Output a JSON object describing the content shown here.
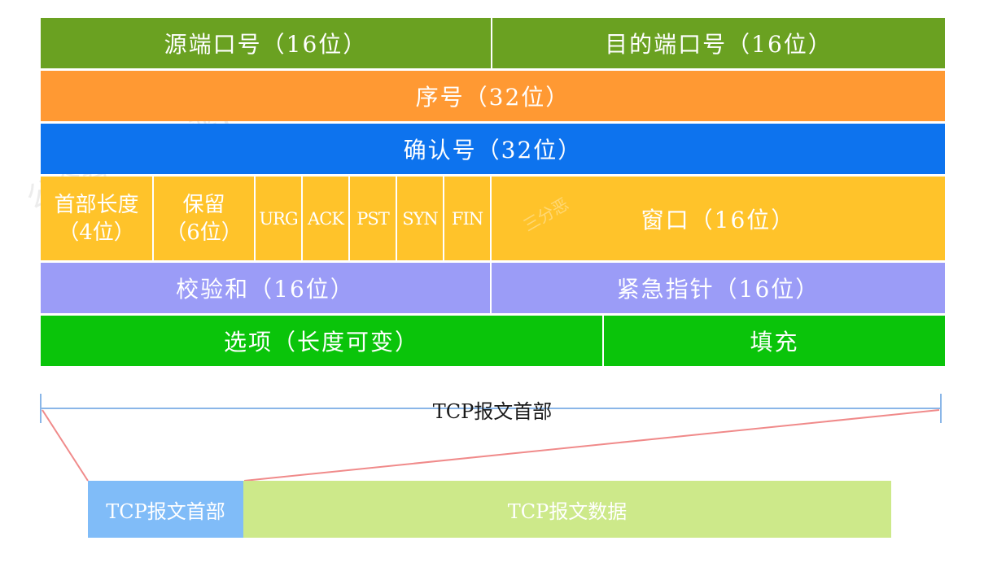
{
  "rows": {
    "r1": {
      "left": "源端口号（16位）",
      "right": "目的端口号（16位）"
    },
    "r2": {
      "label": "序号（32位）"
    },
    "r3": {
      "label": "确认号（32位）"
    },
    "r4": {
      "header_len": [
        "首部长度",
        "（4位）"
      ],
      "reserved": [
        "保留",
        "（6位）"
      ],
      "flags": [
        "URG",
        "ACK",
        "PST",
        "SYN",
        "FIN"
      ],
      "window": "窗口（16位）"
    },
    "r5": {
      "left": "校验和（16位）",
      "right": "紧急指针（16位）"
    },
    "r6": {
      "left": "选项（长度可变）",
      "right": "填充"
    }
  },
  "span_label": "TCP报文首部",
  "segment": {
    "header": "TCP报文首部",
    "data": "TCP报文数据"
  },
  "watermarks": [
    "公众号【三分恶】出品",
    "三分恶"
  ],
  "colors": {
    "green_dark": "#6aa121",
    "orange": "#ff9933",
    "blue": "#0d73ee",
    "yellow": "#ffc32a",
    "purple": "#9b9cf7",
    "green": "#0ac40a",
    "light_blue": "#80bcf8",
    "light_green": "#cde98a",
    "line_blue": "#8ab6e8",
    "line_red": "#f08a8a"
  }
}
